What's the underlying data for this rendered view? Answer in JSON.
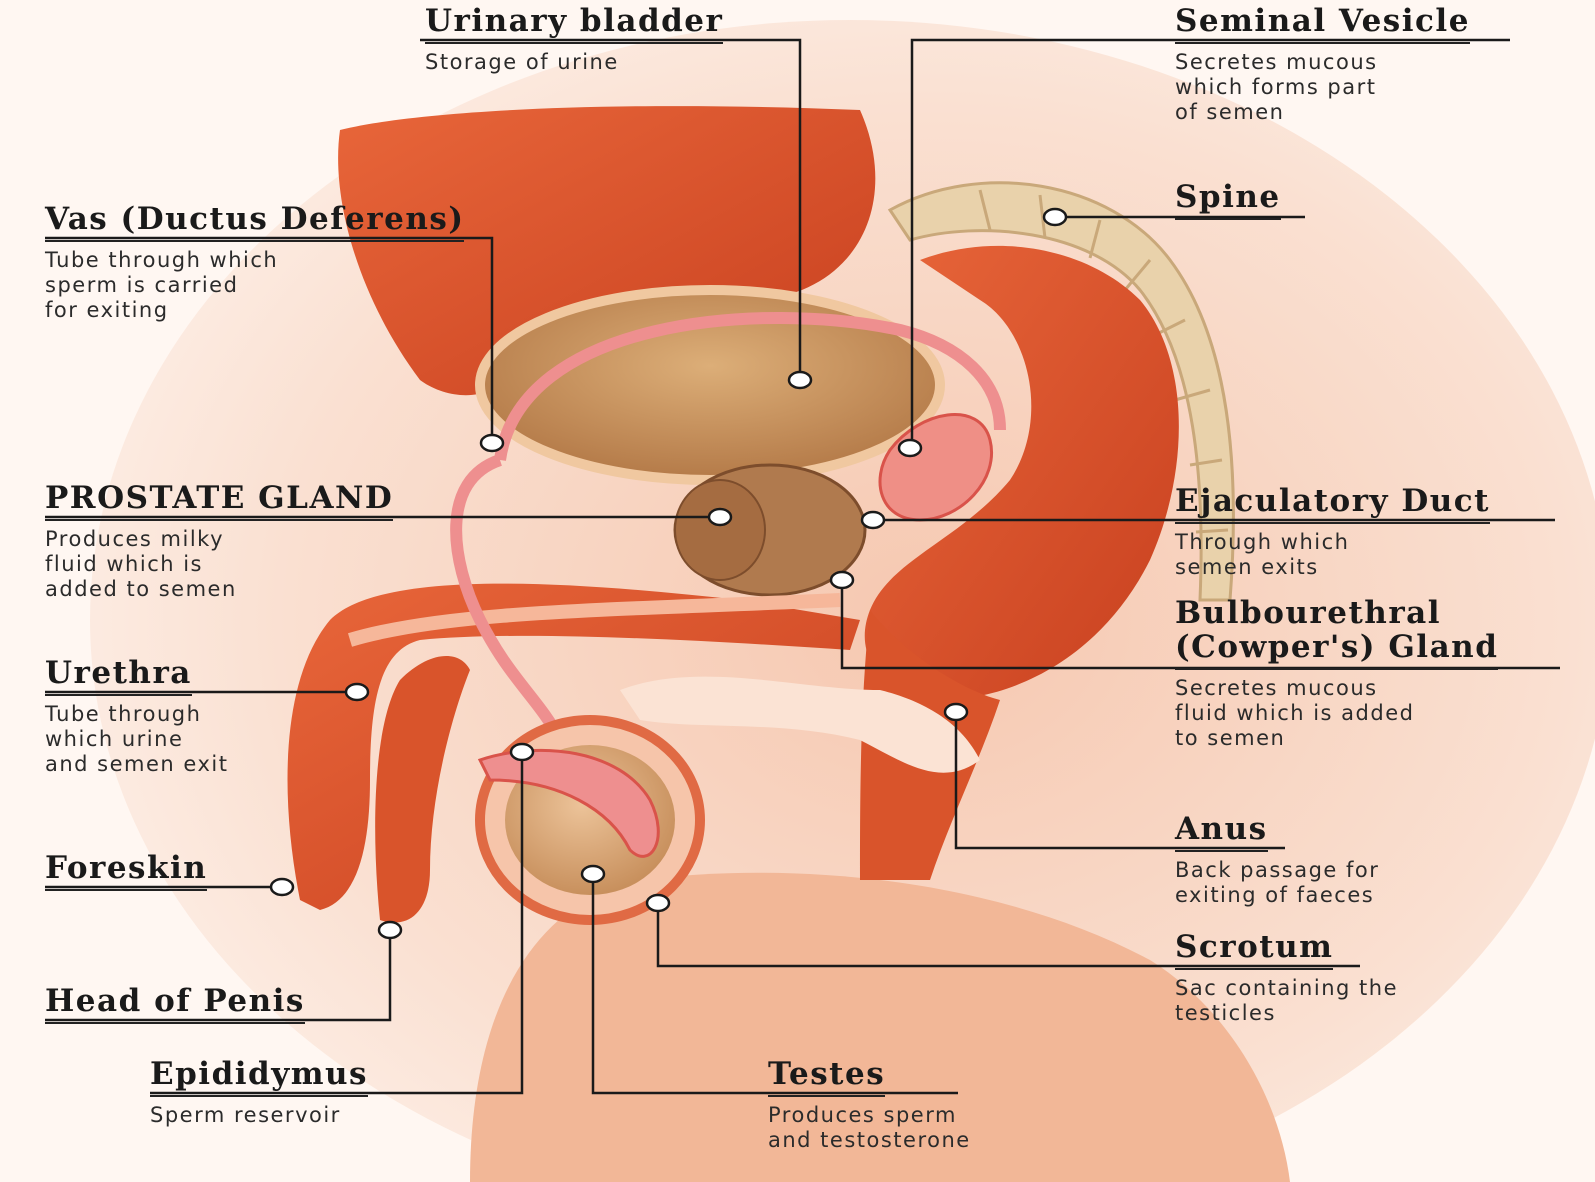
{
  "colors": {
    "background": "#fff7f2",
    "tissue": "#d9542b",
    "tissue_light": "#f0a37f",
    "skin": "#f6d3bf",
    "bladder": "#c9945d",
    "prostate": "#a96d44",
    "spine": "#e8cfa5",
    "leader": "#1a1a1a",
    "marker": "#ffffff"
  },
  "labels": {
    "bladder": {
      "title": "Urinary bladder",
      "desc": "Storage of urine"
    },
    "seminal": {
      "title": "Seminal Vesicle",
      "desc": "Secretes mucous\nwhich forms part\nof semen"
    },
    "spine": {
      "title": "Spine",
      "desc": ""
    },
    "vas": {
      "title": "Vas (Ductus Deferens)",
      "desc": "Tube through which\nsperm is carried\nfor exiting"
    },
    "prostate": {
      "title": "PROSTATE GLAND",
      "desc": "Produces milky\nfluid which is\nadded to semen"
    },
    "ejaculatory": {
      "title": "Ejaculatory Duct",
      "desc": "Through which\nsemen exits"
    },
    "bulbo": {
      "title": "Bulbourethral\n(Cowper's) Gland",
      "desc": "Secretes mucous\nfluid which is added\nto semen"
    },
    "urethra": {
      "title": "Urethra",
      "desc": "Tube through\nwhich urine\nand semen exit"
    },
    "anus": {
      "title": "Anus",
      "desc": "Back passage for\nexiting of faeces"
    },
    "foreskin": {
      "title": "Foreskin",
      "desc": ""
    },
    "scrotum": {
      "title": "Scrotum",
      "desc": "Sac containing the\ntesticles"
    },
    "head": {
      "title": "Head of Penis",
      "desc": ""
    },
    "epididymus": {
      "title": "Epididymus",
      "desc": "Sperm reservoir"
    },
    "testes": {
      "title": "Testes",
      "desc": "Produces sperm\nand testosterone"
    }
  }
}
